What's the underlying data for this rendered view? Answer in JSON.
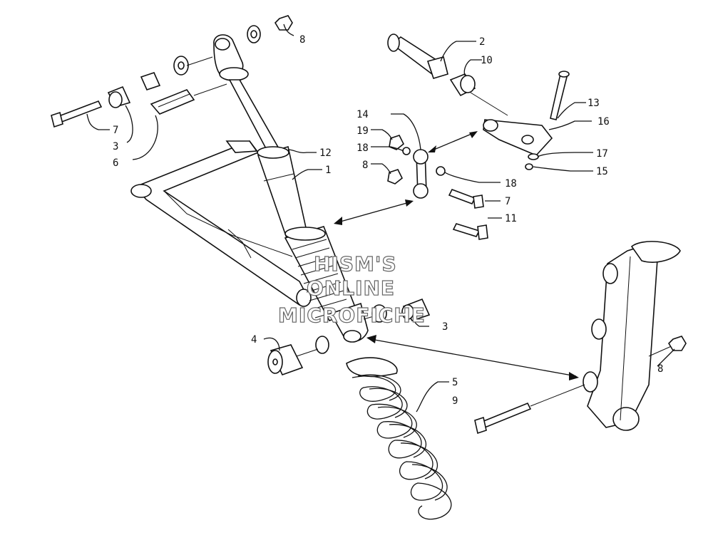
{
  "watermark": {
    "lines": [
      "HISM'S",
      "ONLINE",
      "MICROFICHE"
    ]
  },
  "callouts": [
    {
      "id": "c-8-top",
      "text": "8"
    },
    {
      "id": "c-2",
      "text": "2"
    },
    {
      "id": "c-10",
      "text": "10"
    },
    {
      "id": "c-13",
      "text": "13"
    },
    {
      "id": "c-16",
      "text": "16"
    },
    {
      "id": "c-14",
      "text": "14"
    },
    {
      "id": "c-19",
      "text": "19"
    },
    {
      "id": "c-18a",
      "text": "18"
    },
    {
      "id": "c-8-mid",
      "text": "8"
    },
    {
      "id": "c-17",
      "text": "17"
    },
    {
      "id": "c-15",
      "text": "15"
    },
    {
      "id": "c-18b",
      "text": "18"
    },
    {
      "id": "c-7-right",
      "text": "7"
    },
    {
      "id": "c-11",
      "text": "11"
    },
    {
      "id": "c-12",
      "text": "12"
    },
    {
      "id": "c-1",
      "text": "1"
    },
    {
      "id": "c-7-left",
      "text": "7"
    },
    {
      "id": "c-3-left",
      "text": "3"
    },
    {
      "id": "c-6",
      "text": "6"
    },
    {
      "id": "c-3-right",
      "text": "3"
    },
    {
      "id": "c-4",
      "text": "4"
    },
    {
      "id": "c-5",
      "text": "5"
    },
    {
      "id": "c-9",
      "text": "9"
    },
    {
      "id": "c-8-right",
      "text": "8"
    }
  ]
}
